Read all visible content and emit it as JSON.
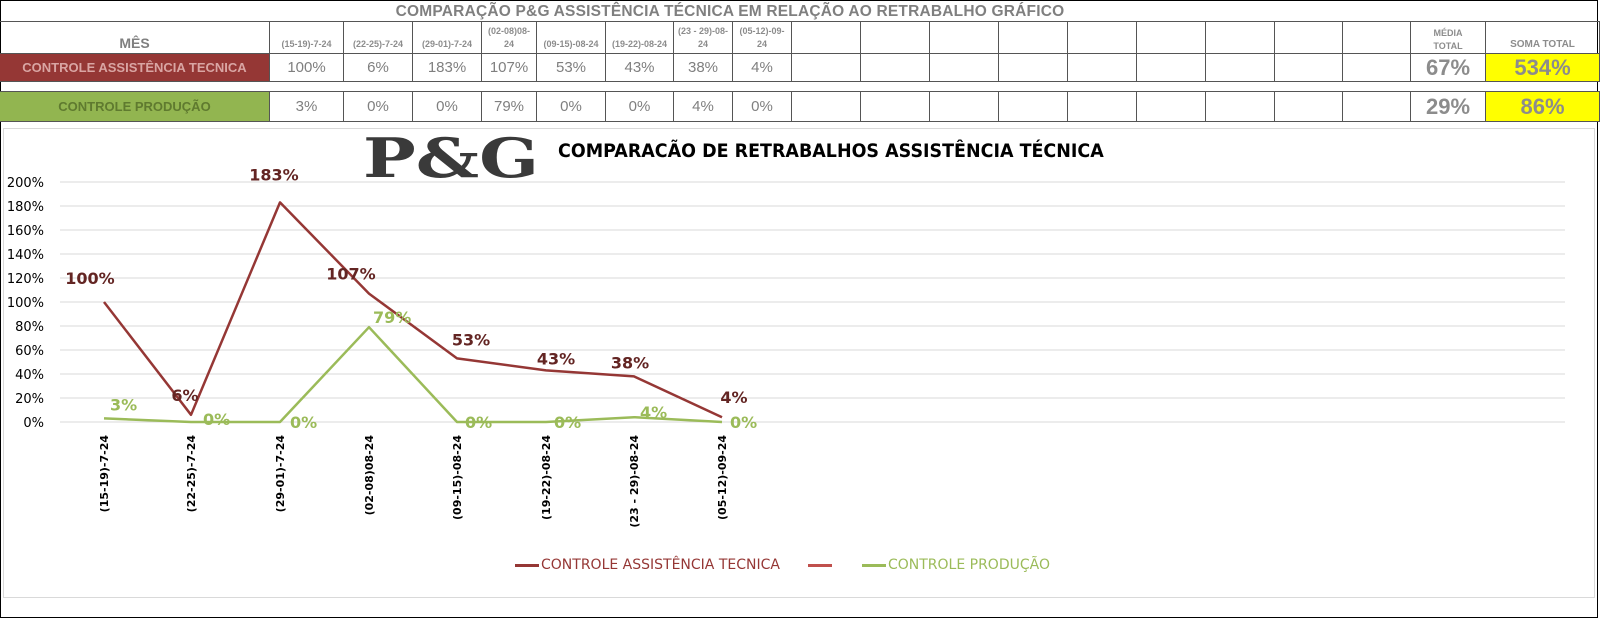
{
  "sheet": {
    "title": "COMPARAÇÃO P&G  ASSISTÊNCIA TÉCNICA EM RELAÇÃO AO RETRABALHO GRÁFICO",
    "month_header": "MÊS",
    "period_headers": [
      "(15-19)-7-24",
      "(22-25)-7-24",
      "(29-01)-7-24",
      "(02-08)08-\n24",
      "(09-15)-08-24",
      "(19-22)-08-24",
      "(23 - 29)-08-\n24",
      "(05-12)-09-\n24"
    ],
    "media_header": "MÉDIA\nTOTAL",
    "soma_header": "SOMA TOTAL",
    "rows": [
      {
        "label": "CONTROLE ASSISTÊNCIA TECNICA",
        "values": [
          "100%",
          "6%",
          "183%",
          "107%",
          "53%",
          "43%",
          "38%",
          "4%"
        ],
        "media": "67%",
        "soma": "534%",
        "label_bg": "#953735"
      },
      {
        "label": "CONTROLE PRODUÇÃO",
        "values": [
          "3%",
          "0%",
          "0%",
          "79%",
          "0%",
          "0%",
          "4%",
          "0%"
        ],
        "media": "29%",
        "soma": "86%",
        "label_bg": "#92b550"
      }
    ],
    "highlight_color": "#ffff00"
  },
  "logo": {
    "text": "P&G"
  },
  "chart_data": {
    "type": "line",
    "title": "COMPARACÃO DE RETRABALHOS  ASSISTÊNCIA TÉCNICA",
    "categories": [
      "(15-19)-7-24",
      "(22-25)-7-24",
      "(29-01)-7-24",
      "(02-08)08-24",
      "(09-15)-08-24",
      "(19-22)-08-24",
      "(23 - 29)-08-24",
      "(05-12)-09-24"
    ],
    "series": [
      {
        "name": "CONTROLE ASSISTÊNCIA TECNICA",
        "values": [
          100,
          6,
          183,
          107,
          53,
          43,
          38,
          4
        ],
        "labels": [
          "100%",
          "6%",
          "183%",
          "107%",
          "53%",
          "43%",
          "38%",
          "4%"
        ],
        "color": "#953735",
        "label_color": "#632523"
      },
      {
        "name": "CONTROLE PRODUÇÃO",
        "values": [
          3,
          0,
          0,
          79,
          0,
          0,
          4,
          0
        ],
        "labels": [
          "3%",
          "0%",
          "0%",
          "79%",
          "0%",
          "0%",
          "4%",
          "0%"
        ],
        "color": "#9bbb59",
        "label_color": "#9bbb59"
      }
    ],
    "y_ticks": [
      "0%",
      "20%",
      "40%",
      "60%",
      "80%",
      "100%",
      "120%",
      "140%",
      "160%",
      "180%",
      "200%"
    ],
    "ylim": [
      0,
      200
    ],
    "grid": true,
    "legend_position": "bottom"
  }
}
